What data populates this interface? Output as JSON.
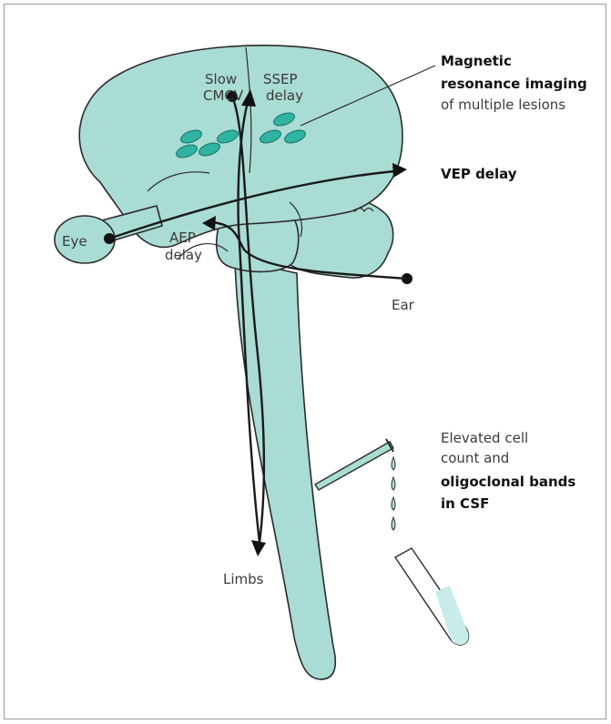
{
  "labels": {
    "slow_cmcv_1": "Slow",
    "slow_cmcv_2": "CMCV",
    "ssep_1": "SSEP",
    "ssep_2": "delay",
    "mri_1": "Magnetic",
    "mri_2": "resonance imaging",
    "mri_3": "of multiple lesions",
    "vep": "VEP delay",
    "eye": "Eye",
    "aep_1": "AEP",
    "aep_2": "delay",
    "ear": "Ear",
    "csf_1": "Elevated cell",
    "csf_2": "count and",
    "csf_3": "oligoclonal bands",
    "csf_4": "in CSF",
    "limbs": "Limbs"
  },
  "colors": {
    "tissue": "#a9dcd4",
    "lesion": "#2fb3a2",
    "outline": "#2b2b2b"
  }
}
